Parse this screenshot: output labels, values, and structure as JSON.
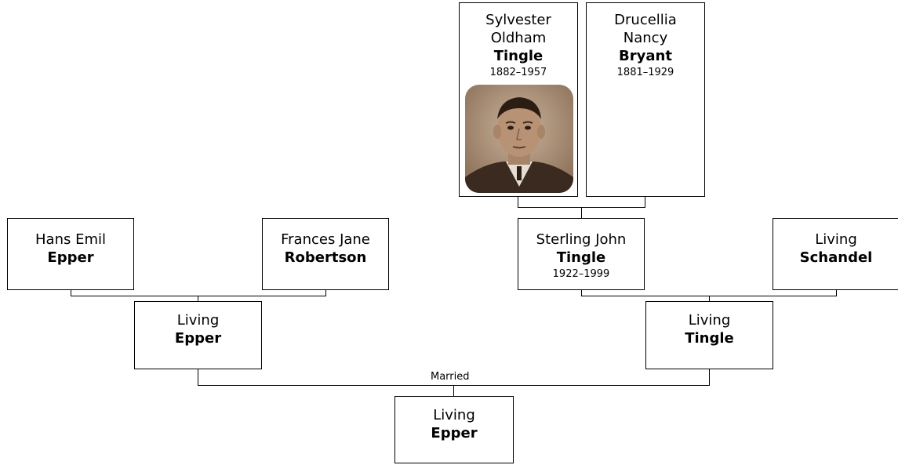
{
  "people": {
    "sylvester": {
      "given_line1": "Sylvester",
      "given_line2": "Oldham",
      "surname": "Tingle",
      "dates": "1882–1957"
    },
    "drucellia": {
      "given_line1": "Drucellia",
      "given_line2": "Nancy",
      "surname": "Bryant",
      "dates": "1881–1929"
    },
    "hans": {
      "given": "Hans Emil",
      "surname": "Epper"
    },
    "frances": {
      "given": "Frances Jane",
      "surname": "Robertson"
    },
    "sterling": {
      "given": "Sterling John",
      "surname": "Tingle",
      "dates": "1922–1999"
    },
    "living_schandel": {
      "given": "Living",
      "surname": "Schandel"
    },
    "living_epper_parent": {
      "given": "Living",
      "surname": "Epper"
    },
    "living_tingle": {
      "given": "Living",
      "surname": "Tingle"
    },
    "living_epper_child": {
      "given": "Living",
      "surname": "Epper"
    }
  },
  "relationship_label": "Married",
  "photo_alt": "portrait-photo"
}
